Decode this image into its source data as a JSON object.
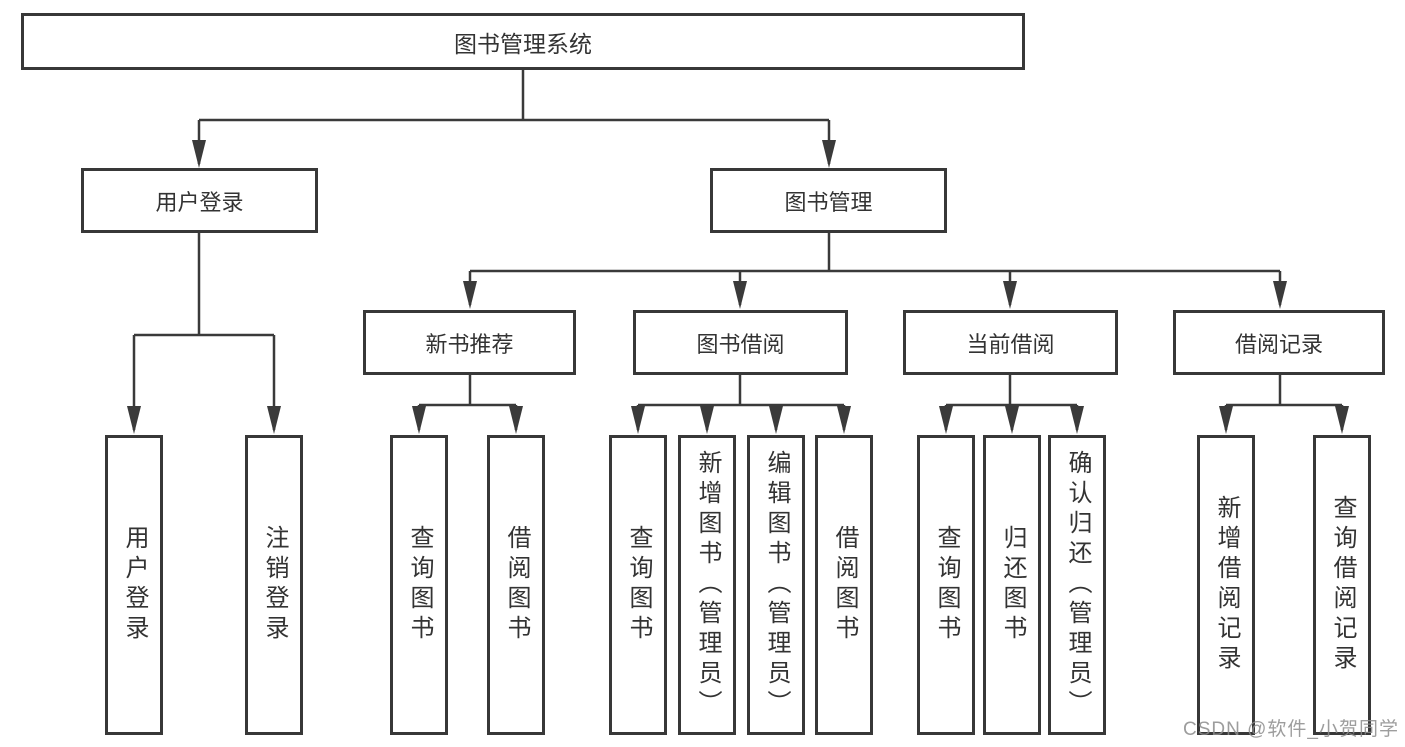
{
  "diagram": {
    "root": {
      "label": "图书管理系统"
    },
    "user_login": {
      "label": "用户登录",
      "children": [
        {
          "label": "用户登录"
        },
        {
          "label": "注销登录"
        }
      ]
    },
    "book_management": {
      "label": "图书管理",
      "sections": [
        {
          "label": "新书推荐",
          "children": [
            {
              "label": "查询图书"
            },
            {
              "label": "借阅图书"
            }
          ]
        },
        {
          "label": "图书借阅",
          "children": [
            {
              "label": "查询图书"
            },
            {
              "label": "新增图书（管理员）"
            },
            {
              "label": "编辑图书（管理员）"
            },
            {
              "label": "借阅图书"
            }
          ]
        },
        {
          "label": "当前借阅",
          "children": [
            {
              "label": "查询图书"
            },
            {
              "label": "归还图书"
            },
            {
              "label": "确认归还（管理员）"
            }
          ]
        },
        {
          "label": "借阅记录",
          "children": [
            {
              "label": "新增借阅记录"
            },
            {
              "label": "查询借阅记录"
            }
          ]
        }
      ]
    }
  },
  "colors": {
    "line": "#3a3a3a",
    "box_border": "#383838",
    "text": "#333333",
    "watermark": "#8c8c8c"
  },
  "watermark": {
    "text": "CSDN @软件_小贺同学"
  }
}
